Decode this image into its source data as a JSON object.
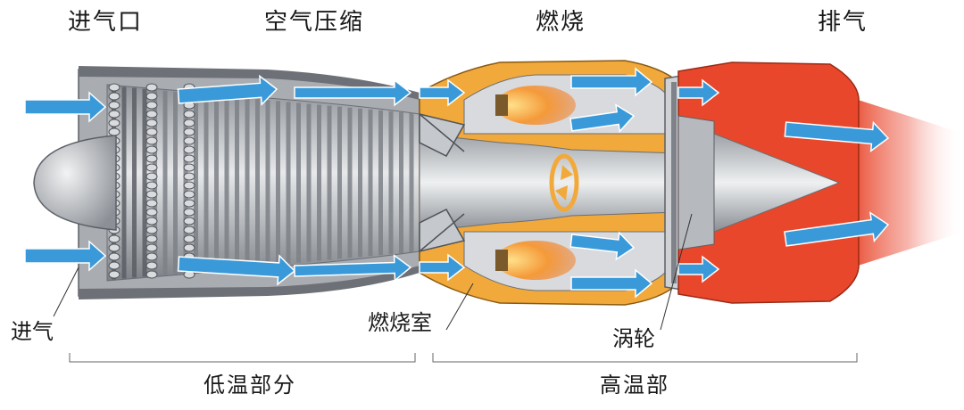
{
  "sections": {
    "intake": "进气口",
    "compression": "空气压缩",
    "combustion": "燃烧",
    "exhaust": "排气"
  },
  "callouts": {
    "air_in": "进气",
    "combustion_chamber": "燃烧室",
    "turbine": "涡轮"
  },
  "groups": {
    "low_temp": "低温部分",
    "high_temp": "高温部"
  },
  "colors": {
    "airflow": "#3a9ad9",
    "combustion_casing": "#f2a93b",
    "flame": "#f07a2a",
    "exhaust_nozzle": "#e8472b",
    "engine_body": "#b9bcc1"
  }
}
